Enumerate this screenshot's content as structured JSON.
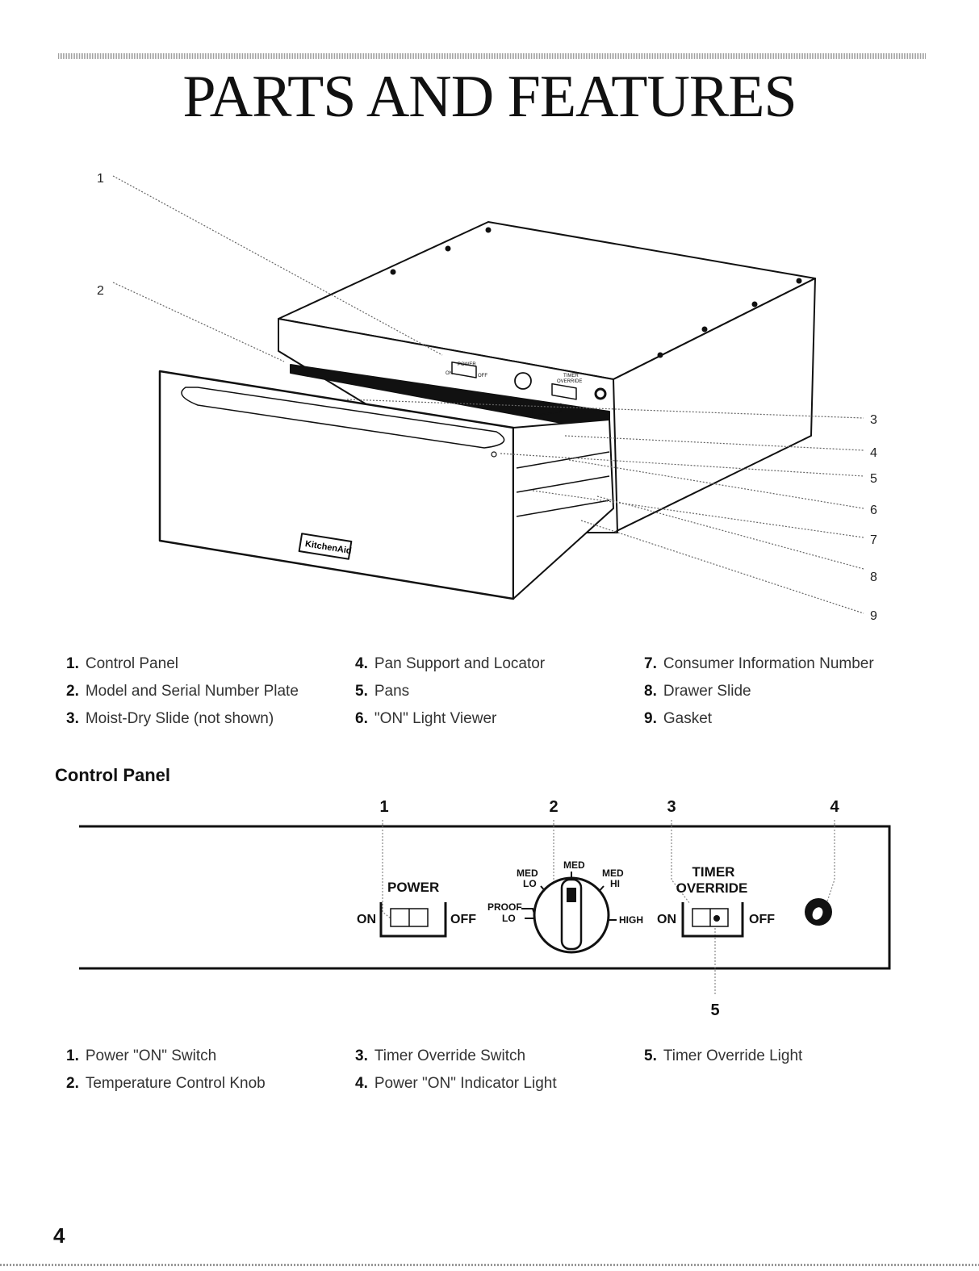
{
  "page": {
    "title": "PARTS AND FEATURES",
    "number": "4"
  },
  "drawer": {
    "brand": "KitchenAid",
    "callouts": [
      "1",
      "2",
      "3",
      "4",
      "5",
      "6",
      "7",
      "8",
      "9"
    ],
    "mini_panel": {
      "power": "POWER",
      "on": "ON",
      "off": "OFF",
      "timer": "TIMER",
      "override": "OVERRIDE"
    }
  },
  "parts_legend": [
    {
      "num": "1.",
      "label": "Control Panel"
    },
    {
      "num": "2.",
      "label": "Model and Serial Number Plate"
    },
    {
      "num": "3.",
      "label": "Moist-Dry Slide (not shown)"
    },
    {
      "num": "4.",
      "label": "Pan Support and Locator"
    },
    {
      "num": "5.",
      "label": "Pans"
    },
    {
      "num": "6.",
      "label": "\"ON\" Light Viewer"
    },
    {
      "num": "7.",
      "label": "Consumer Information Number"
    },
    {
      "num": "8.",
      "label": "Drawer Slide"
    },
    {
      "num": "9.",
      "label": "Gasket"
    }
  ],
  "control_panel": {
    "heading": "Control Panel",
    "callouts": [
      "1",
      "2",
      "3",
      "4",
      "5"
    ],
    "power_label": "POWER",
    "power_on": "ON",
    "power_off": "OFF",
    "knob": {
      "med": "MED",
      "med_lo_1": "MED",
      "med_lo_2": "LO",
      "med_hi_1": "MED",
      "med_hi_2": "HI",
      "proof": "PROOF",
      "lo": "LO",
      "high": "HIGH"
    },
    "timer_label_1": "TIMER",
    "timer_label_2": "OVERRIDE",
    "timer_on": "ON",
    "timer_off": "OFF"
  },
  "control_legend": [
    {
      "num": "1.",
      "label": "Power \"ON\" Switch"
    },
    {
      "num": "2.",
      "label": "Temperature Control Knob"
    },
    {
      "num": "3.",
      "label": "Timer Override Switch"
    },
    {
      "num": "4.",
      "label": "Power \"ON\" Indicator Light"
    },
    {
      "num": "5.",
      "label": "Timer Override Light"
    }
  ]
}
